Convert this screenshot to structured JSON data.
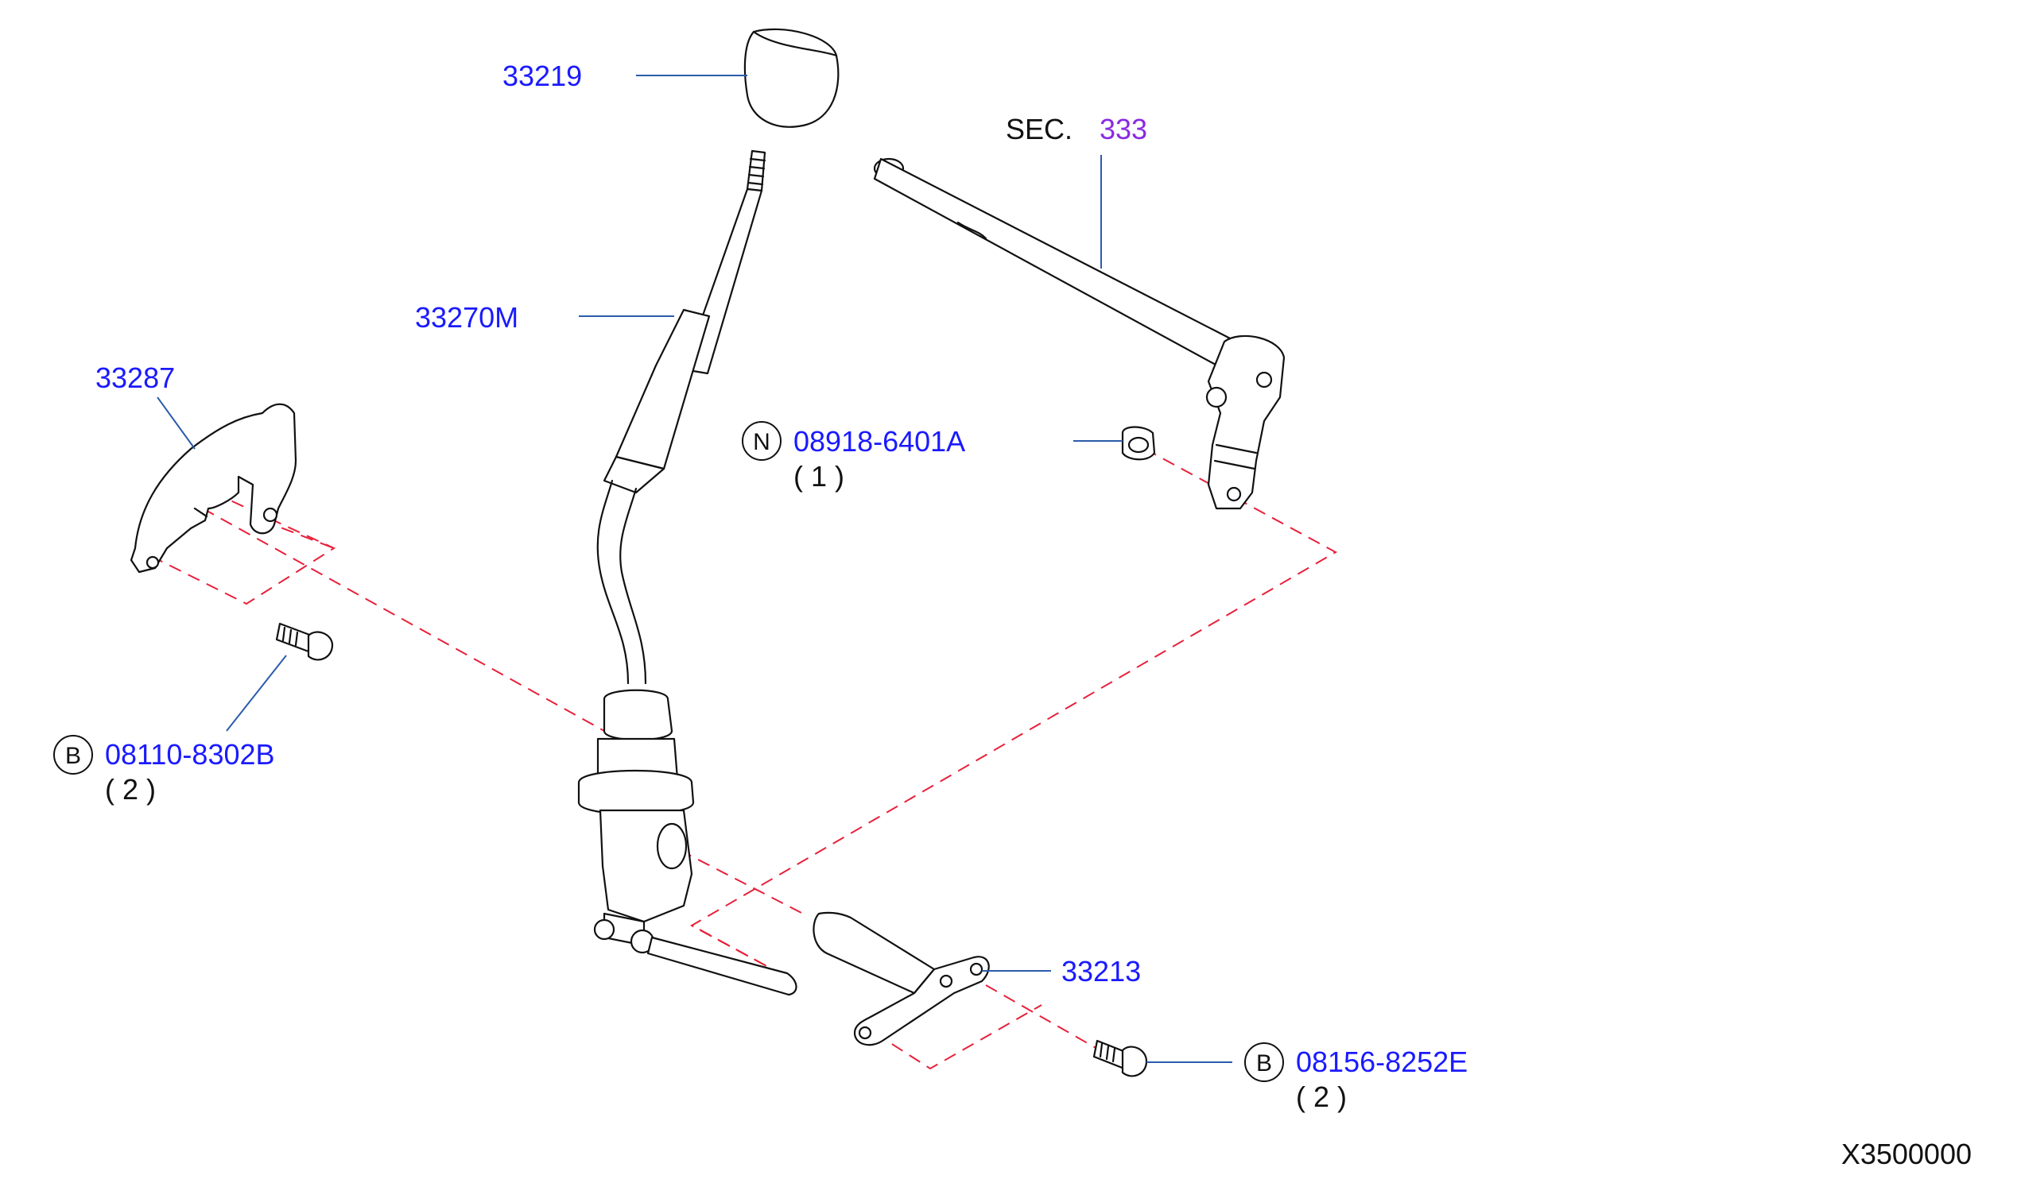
{
  "diagram_code": "X3500000",
  "section_ref": {
    "prefix": "SEC.",
    "number": "333"
  },
  "parts": [
    {
      "id": "knob",
      "number": "33219"
    },
    {
      "id": "lever",
      "number": "33270M"
    },
    {
      "id": "boot-bracket",
      "number": "33287"
    },
    {
      "id": "nut",
      "symbol": "N",
      "number": "08918-6401A",
      "qty": "( 1 )"
    },
    {
      "id": "bolt-left",
      "symbol": "B",
      "number": "08110-8302B",
      "qty": "( 2 )"
    },
    {
      "id": "stay",
      "number": "33213"
    },
    {
      "id": "bolt-right",
      "symbol": "B",
      "number": "08156-8252E",
      "qty": "( 2 )"
    }
  ],
  "colors": {
    "label": "#1a1aff",
    "section": "#8a2be2",
    "leader": "#2a5caa",
    "guide": "#e8203a"
  }
}
